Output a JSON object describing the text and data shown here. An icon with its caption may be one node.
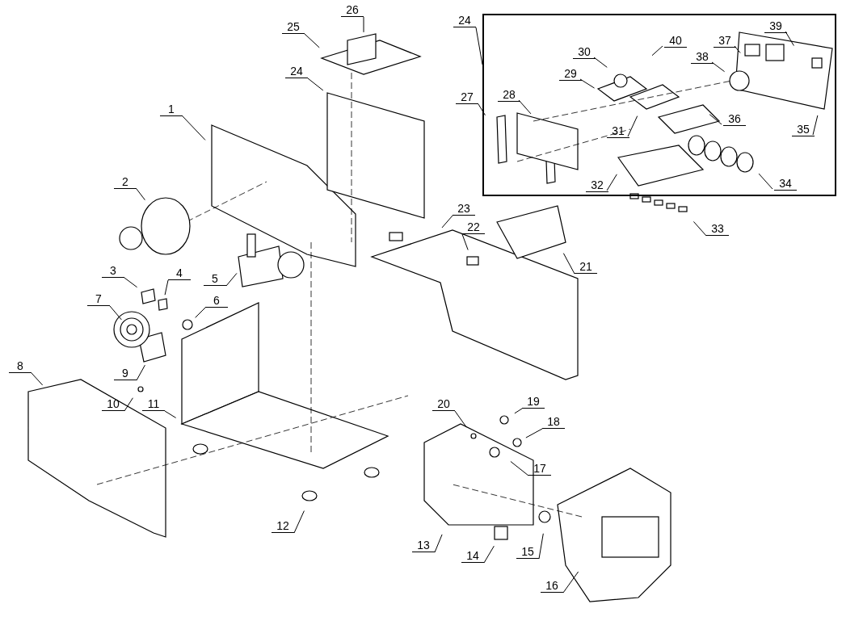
{
  "diagram": {
    "nodes": [
      {
        "text": [
          "1"
        ]
      },
      {
        "text": [
          "2"
        ]
      },
      {
        "text": [
          "3"
        ]
      },
      {
        "text": [
          "4"
        ]
      },
      {
        "text": [
          "5"
        ]
      },
      {
        "text": [
          "6"
        ]
      },
      {
        "text": [
          "7"
        ]
      },
      {
        "text": [
          "8"
        ]
      },
      {
        "text": [
          "9"
        ]
      },
      {
        "text": [
          "10"
        ]
      },
      {
        "text": [
          "11"
        ]
      },
      {
        "text": [
          "12"
        ]
      },
      {
        "text": [
          "13"
        ]
      },
      {
        "text": [
          "14"
        ]
      },
      {
        "text": [
          "15"
        ]
      },
      {
        "text": [
          "16"
        ]
      },
      {
        "text": [
          "17"
        ]
      },
      {
        "text": [
          "18"
        ]
      },
      {
        "text": [
          "19"
        ]
      },
      {
        "text": [
          "20"
        ]
      },
      {
        "text": [
          "21"
        ]
      },
      {
        "text": [
          "22"
        ]
      },
      {
        "text": [
          "23"
        ]
      },
      {
        "text": [
          "24"
        ]
      },
      {
        "text": [
          "25"
        ]
      },
      {
        "text": [
          "26"
        ]
      },
      {
        "text": [
          "24"
        ]
      },
      {
        "text": [],
        "shape": "box"
      },
      {
        "text": [
          "27"
        ]
      },
      {
        "text": [
          "28"
        ],
        "in": 27
      },
      {
        "text": [
          "29"
        ],
        "in": 27
      },
      {
        "text": [
          "30"
        ],
        "in": 27
      },
      {
        "text": [
          "31"
        ],
        "in": 27
      },
      {
        "text": [
          "32"
        ],
        "in": 27
      },
      {
        "text": [
          "33"
        ]
      },
      {
        "text": [
          "34"
        ],
        "in": 27
      },
      {
        "text": [
          "35"
        ],
        "in": 27
      },
      {
        "text": [
          "36"
        ],
        "in": 27
      },
      {
        "text": [
          "37"
        ],
        "in": 27
      },
      {
        "text": [
          "38"
        ],
        "in": 27
      },
      {
        "text": [
          "39"
        ],
        "in": 27
      },
      {
        "text": [
          "40"
        ],
        "in": 27
      }
    ],
    "edges": [
      {
        "from": 0,
        "to": null,
        "arrow": "none"
      },
      {
        "from": 1,
        "to": null,
        "arrow": "none"
      },
      {
        "from": 2,
        "to": null,
        "arrow": "none"
      },
      {
        "from": 3,
        "to": null,
        "arrow": "none"
      },
      {
        "from": 4,
        "to": null,
        "arrow": "none"
      },
      {
        "from": 5,
        "to": null,
        "arrow": "none"
      },
      {
        "from": 6,
        "to": null,
        "arrow": "none"
      },
      {
        "from": 7,
        "to": null,
        "arrow": "none"
      },
      {
        "from": 8,
        "to": null,
        "arrow": "none"
      },
      {
        "from": 9,
        "to": null,
        "arrow": "none"
      },
      {
        "from": 10,
        "to": null,
        "arrow": "none"
      },
      {
        "from": 11,
        "to": null,
        "arrow": "none"
      },
      {
        "from": 12,
        "to": null,
        "arrow": "none"
      },
      {
        "from": 13,
        "to": null,
        "arrow": "none"
      },
      {
        "from": 14,
        "to": null,
        "arrow": "none"
      },
      {
        "from": 15,
        "to": null,
        "arrow": "none"
      },
      {
        "from": 16,
        "to": null,
        "arrow": "none"
      },
      {
        "from": 17,
        "to": null,
        "arrow": "none"
      },
      {
        "from": 18,
        "to": null,
        "arrow": "none"
      },
      {
        "from": 19,
        "to": null,
        "arrow": "none"
      },
      {
        "from": 20,
        "to": null,
        "arrow": "none"
      },
      {
        "from": 21,
        "to": null,
        "arrow": "none"
      },
      {
        "from": 22,
        "to": null,
        "arrow": "none"
      },
      {
        "from": 23,
        "to": null,
        "arrow": "none"
      },
      {
        "from": 24,
        "to": null,
        "arrow": "none"
      },
      {
        "from": 25,
        "to": null,
        "arrow": "none"
      },
      {
        "from": 26,
        "to": 27,
        "arrow": "none"
      },
      {
        "from": 28,
        "to": null,
        "arrow": "none"
      },
      {
        "from": 29,
        "to": null,
        "arrow": "none"
      },
      {
        "from": 30,
        "to": null,
        "arrow": "none"
      },
      {
        "from": 31,
        "to": null,
        "arrow": "none"
      },
      {
        "from": 32,
        "to": null,
        "arrow": "none"
      },
      {
        "from": 33,
        "to": null,
        "arrow": "none"
      },
      {
        "from": 34,
        "to": null,
        "arrow": "none"
      },
      {
        "from": 35,
        "to": null,
        "arrow": "none"
      },
      {
        "from": 36,
        "to": null,
        "arrow": "none"
      },
      {
        "from": 37,
        "to": null,
        "arrow": "none"
      },
      {
        "from": 38,
        "to": null,
        "arrow": "none"
      },
      {
        "from": 39,
        "to": null,
        "arrow": "none"
      },
      {
        "from": 40,
        "to": null,
        "arrow": "none"
      },
      {
        "from": 41,
        "to": null,
        "arrow": "none"
      }
    ]
  }
}
